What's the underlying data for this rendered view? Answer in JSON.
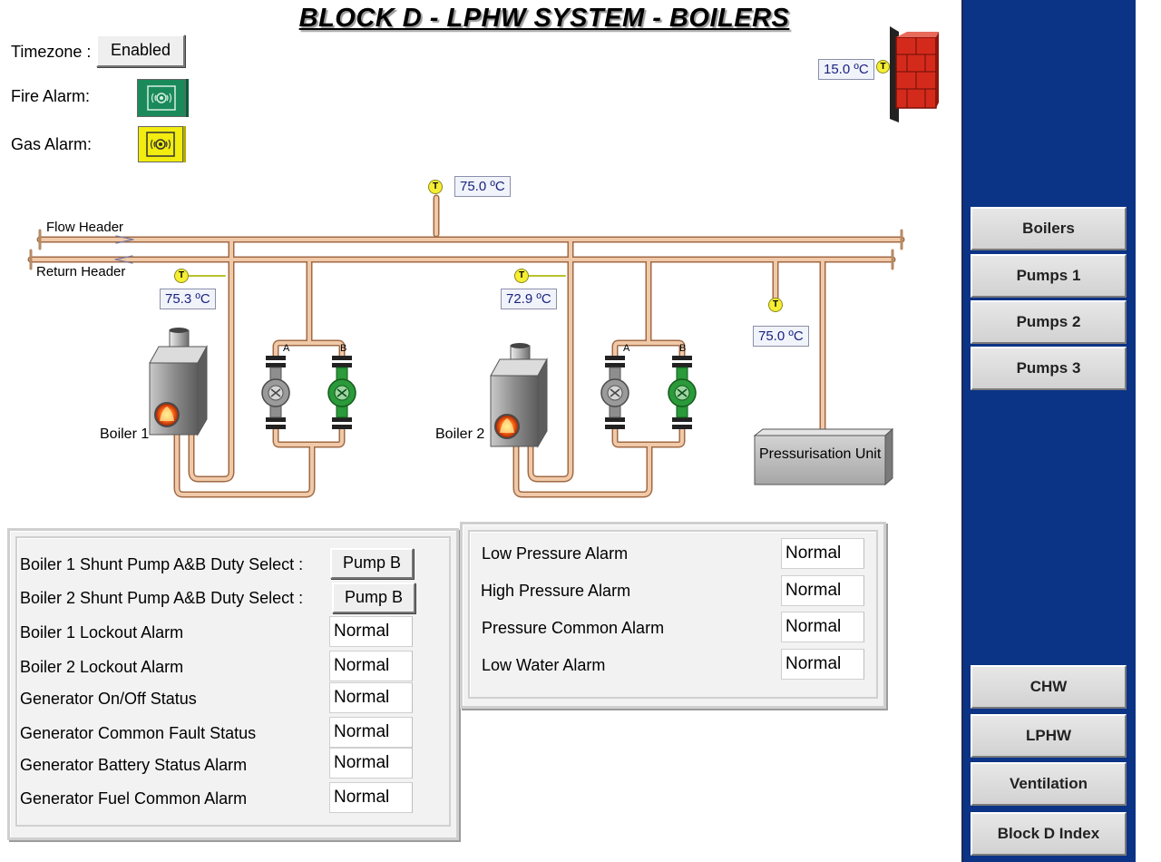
{
  "title": "BLOCK D - LPHW SYSTEM - BOILERS",
  "timezone": {
    "label": "Timezone :",
    "value": "Enabled"
  },
  "fire_alarm": {
    "label": "Fire Alarm:",
    "color": "#1a8a5a"
  },
  "gas_alarm": {
    "label": "Gas Alarm:",
    "color": "#f2ec0f"
  },
  "temps": {
    "outside": "15.0 ºC",
    "flow": "75.0 ºC",
    "boiler1_return": "75.3 ºC",
    "boiler2_return": "72.9 ºC",
    "pressurisation": "75.0 ºC"
  },
  "diagram": {
    "flow_header": "Flow Header",
    "return_header": "Return Header",
    "boiler1": "Boiler 1",
    "boiler2": "Boiler 2",
    "pump_a": "A",
    "pump_b": "B",
    "pressurisation_unit": "Pressurisation Unit",
    "sensor_letter": "T"
  },
  "left_panel": {
    "rows": [
      {
        "label": "Boiler 1 Shunt Pump A&B Duty Select :",
        "value": "Pump B"
      },
      {
        "label": "Boiler 2 Shunt Pump A&B Duty Select :",
        "value": "Pump B"
      },
      {
        "label": "Boiler 1 Lockout Alarm",
        "value": "Normal"
      },
      {
        "label": "Boiler 2 Lockout Alarm",
        "value": "Normal"
      },
      {
        "label": "Generator On/Off Status",
        "value": "Normal"
      },
      {
        "label": "Generator Common Fault Status",
        "value": "Normal"
      },
      {
        "label": "Generator Battery Status Alarm",
        "value": "Normal"
      },
      {
        "label": "Generator Fuel Common Alarm",
        "value": "Normal"
      }
    ]
  },
  "right_panel": {
    "rows": [
      {
        "label": "Low Pressure Alarm",
        "value": "Normal"
      },
      {
        "label": "High Pressure Alarm",
        "value": "Normal"
      },
      {
        "label": "Pressure Common Alarm",
        "value": "Normal"
      },
      {
        "label": "Low Water Alarm",
        "value": "Normal"
      }
    ]
  },
  "nav_top": [
    "Boilers",
    "Pumps 1",
    "Pumps 2",
    "Pumps 3"
  ],
  "nav_bottom": [
    "CHW",
    "LPHW",
    "Ventilation",
    "Block D Index"
  ],
  "colors": {
    "sidebar": "#0b3386",
    "pipe": "#e6b48f",
    "pump_active": "#2a9a3a",
    "pump_idle": "#8e8e8e",
    "boiler_flame": "#ff5a1a"
  }
}
